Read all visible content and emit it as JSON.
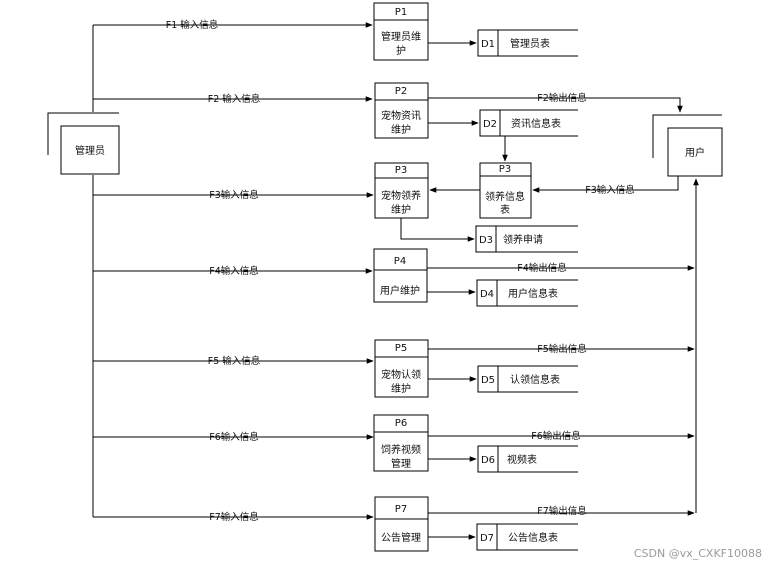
{
  "entities": {
    "admin": "管理员",
    "user": "用户"
  },
  "processes": [
    {
      "id": "P1",
      "lines": [
        "管理员维",
        "护"
      ]
    },
    {
      "id": "P2",
      "lines": [
        "宠物资讯",
        "维护"
      ]
    },
    {
      "id": "P3",
      "lines": [
        "宠物领养",
        "维护"
      ]
    },
    {
      "id": "P4",
      "lines": [
        "用户维护"
      ]
    },
    {
      "id": "P5",
      "lines": [
        "宠物认领",
        "维护"
      ]
    },
    {
      "id": "P6",
      "lines": [
        "饲养视频",
        "管理"
      ]
    },
    {
      "id": "P7",
      "lines": [
        "公告管理"
      ]
    }
  ],
  "review": {
    "id": "P3",
    "lines": [
      "领养信息",
      "表"
    ]
  },
  "stores": [
    {
      "id": "D1",
      "name": "管理员表"
    },
    {
      "id": "D2",
      "name": "资讯信息表"
    },
    {
      "id": "D3",
      "name": "领养申请"
    },
    {
      "id": "D4",
      "name": "用户信息表"
    },
    {
      "id": "D5",
      "name": "认领信息表"
    },
    {
      "id": "D6",
      "name": "视频表"
    },
    {
      "id": "D7",
      "name": "公告信息表"
    }
  ],
  "flows": {
    "in": [
      "F1 输入信息",
      "F2 输入信息",
      "F3输入信息",
      "F4输入信息",
      "F5 输入信息",
      "F6输入信息",
      "F7输入信息"
    ],
    "out": [
      "F2输出信息",
      "F4输出信息",
      "F5输出信息",
      "F6输出信息",
      "F7输出信息"
    ],
    "user_in": "F3输入信息"
  },
  "watermark": "CSDN @vx_CXKF10088"
}
